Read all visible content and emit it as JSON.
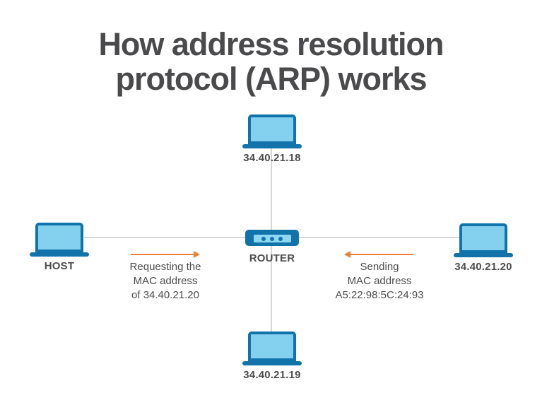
{
  "title": {
    "line1": "How address resolution",
    "line2": "protocol (ARP) works"
  },
  "nodes": {
    "top": {
      "type": "laptop",
      "label": "34.40.21.18"
    },
    "host": {
      "type": "laptop",
      "label": "HOST"
    },
    "router": {
      "type": "router",
      "label": "ROUTER"
    },
    "right": {
      "type": "laptop",
      "label": "34.40.21.20"
    },
    "bottom": {
      "type": "laptop",
      "label": "34.40.21.19"
    }
  },
  "annotations": {
    "request": {
      "arrow_direction": "right",
      "line1": "Requesting the",
      "line2": "MAC address",
      "line3": "of 34.40.21.20"
    },
    "response": {
      "arrow_direction": "left",
      "line1": "Sending",
      "line2": "MAC address",
      "line3": "A5:22:98:5C:24:93"
    }
  },
  "colors": {
    "accent_blue": "#1173aa",
    "light_blue": "#84d1ef",
    "router_screen_blue": "#8ed7f2",
    "orange": "#e8813a",
    "line_gray": "#d7d7d7",
    "text_gray": "#4d4d4f",
    "text_dark": "#4a4a4c"
  }
}
